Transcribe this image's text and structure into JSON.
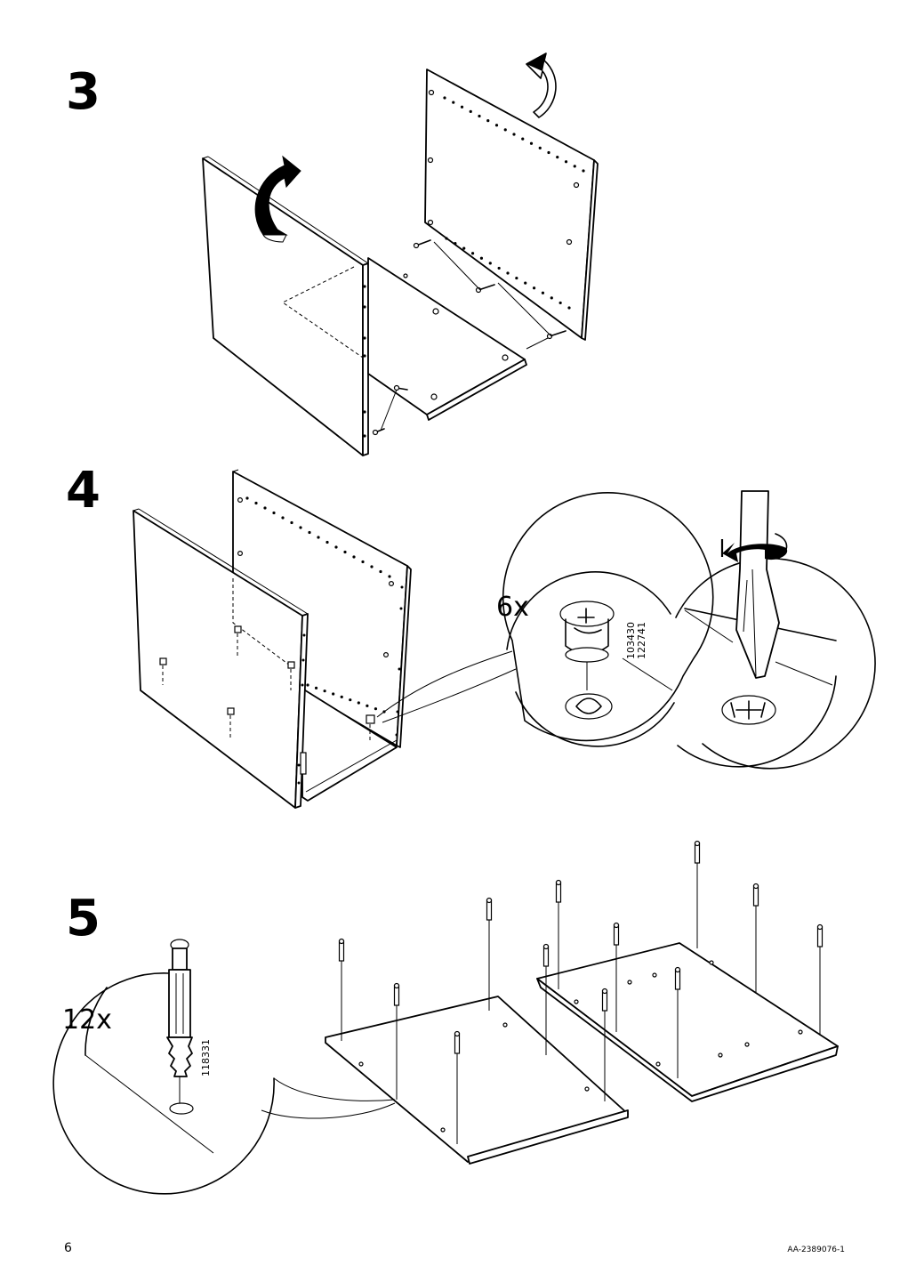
{
  "steps": [
    {
      "number": "3"
    },
    {
      "number": "4",
      "quantity": "6x",
      "part_numbers": [
        "103430",
        "122741"
      ]
    },
    {
      "number": "5",
      "quantity": "12x",
      "part_numbers": [
        "118331"
      ]
    }
  ],
  "footer": {
    "page_number": "6",
    "document_code": "AA-2389076-1"
  }
}
